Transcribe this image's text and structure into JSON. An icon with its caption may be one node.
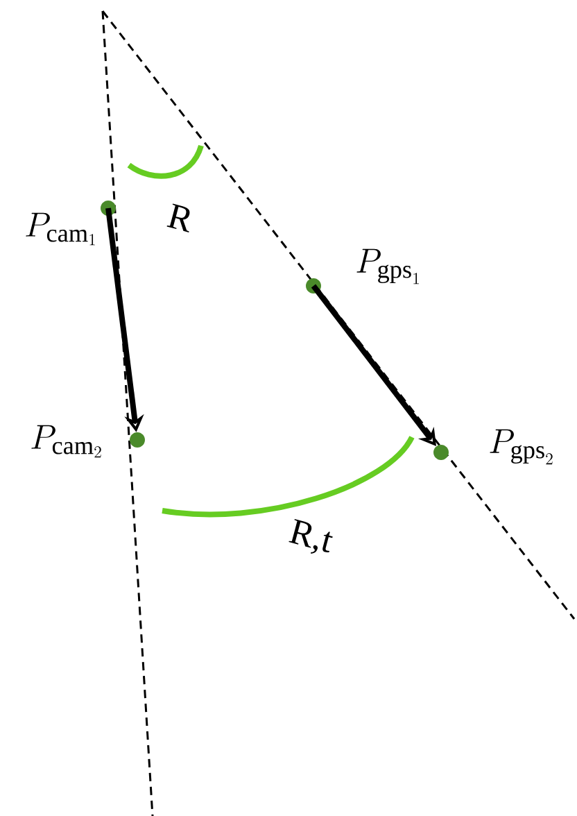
{
  "diagram": {
    "nodes": [
      {
        "text": [],
        "shape": "circle",
        "beside": [
          "P_{\\mathrm{cam}_1}"
        ]
      },
      {
        "text": [],
        "shape": "circle",
        "beside": [
          "P_{\\mathrm{cam}_2}"
        ]
      },
      {
        "text": [],
        "shape": "circle",
        "beside": [
          "P_{\\mathrm{gps}_1}"
        ]
      },
      {
        "text": [],
        "shape": "circle",
        "beside": [
          "P_{\\mathrm{gps}_2}"
        ]
      }
    ],
    "edges": [
      {
        "from": 0,
        "to": 1,
        "arrow": "to"
      },
      {
        "from": 2,
        "to": 3,
        "arrow": "to"
      }
    ],
    "labels": [
      "R",
      "R,t"
    ]
  }
}
